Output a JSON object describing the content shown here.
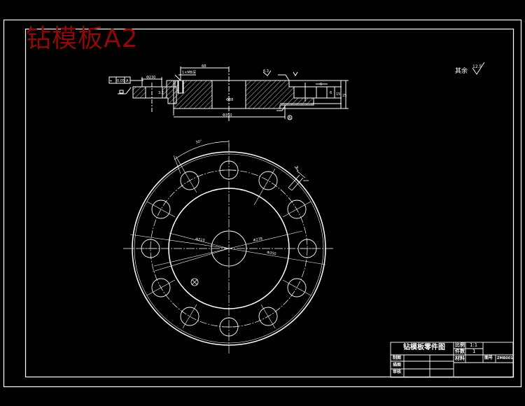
{
  "drawing": {
    "overlay_title": "钻模板A2",
    "overlay_title_color": "#8b0a0a",
    "background_color": "#000000",
    "line_color": "#ffffff"
  },
  "section_view": {
    "datum_frame": {
      "symbol": "⌖",
      "tolerance": "0.05",
      "datum": "A"
    },
    "dims": {
      "top_left_dia": "Φ230",
      "top_span": "68",
      "counterbore_note": "1×M8深",
      "bore_dia": "Φ88",
      "bottom_dia": "Φ350",
      "roughness_left": "3.2",
      "roughness_mid": "6.3",
      "roughness_top": "3.2",
      "right_slot_width": "6",
      "right_h1": "6",
      "right_h2": "15",
      "right_h3": "25",
      "flatness_left": "□",
      "flatness_right": "□",
      "datum_label": "A"
    }
  },
  "plan_view": {
    "arc_angle": "30°",
    "hole_count": 12,
    "dims": {
      "inner_dia": "Φ210",
      "pcd_dia": "Φ278",
      "outer_dia": "Φ350"
    },
    "chamfer": "4",
    "chamfer_angle": "30°"
  },
  "surface_note": {
    "label": "其余",
    "roughness": "12.5"
  },
  "title_block": {
    "part_name": "钻模板零件图",
    "scale_label": "比例",
    "scale_value": "1:1",
    "qty_label": "件数",
    "qty_value": "1",
    "material_label": "材料",
    "drawing_no_label": "图号",
    "drawing_no_value": "ZMB001",
    "drawn_label": "制图",
    "design_label": "描图",
    "check_label": "审核"
  }
}
